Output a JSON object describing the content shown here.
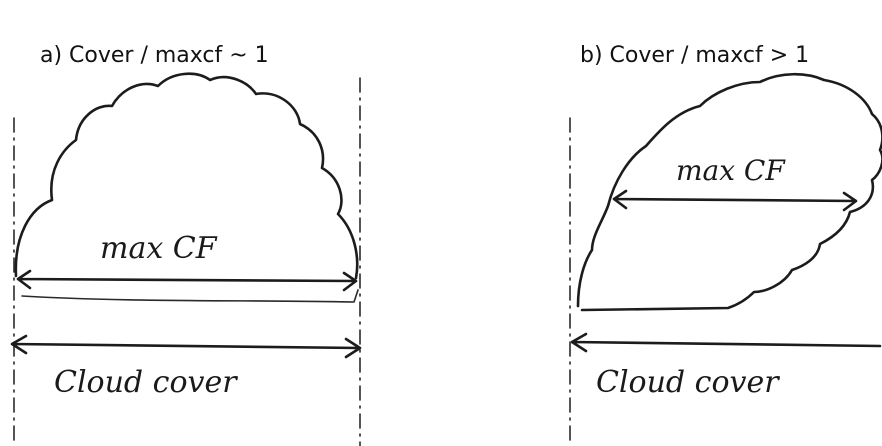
{
  "panels": {
    "a": {
      "title": "a) Cover / maxcf ~ 1",
      "maxcf_label": "max CF",
      "cover_label": "Cloud cover"
    },
    "b": {
      "title": "b) Cover / maxcf > 1",
      "maxcf_label": "max CF",
      "cover_label": "Cloud cover"
    }
  }
}
